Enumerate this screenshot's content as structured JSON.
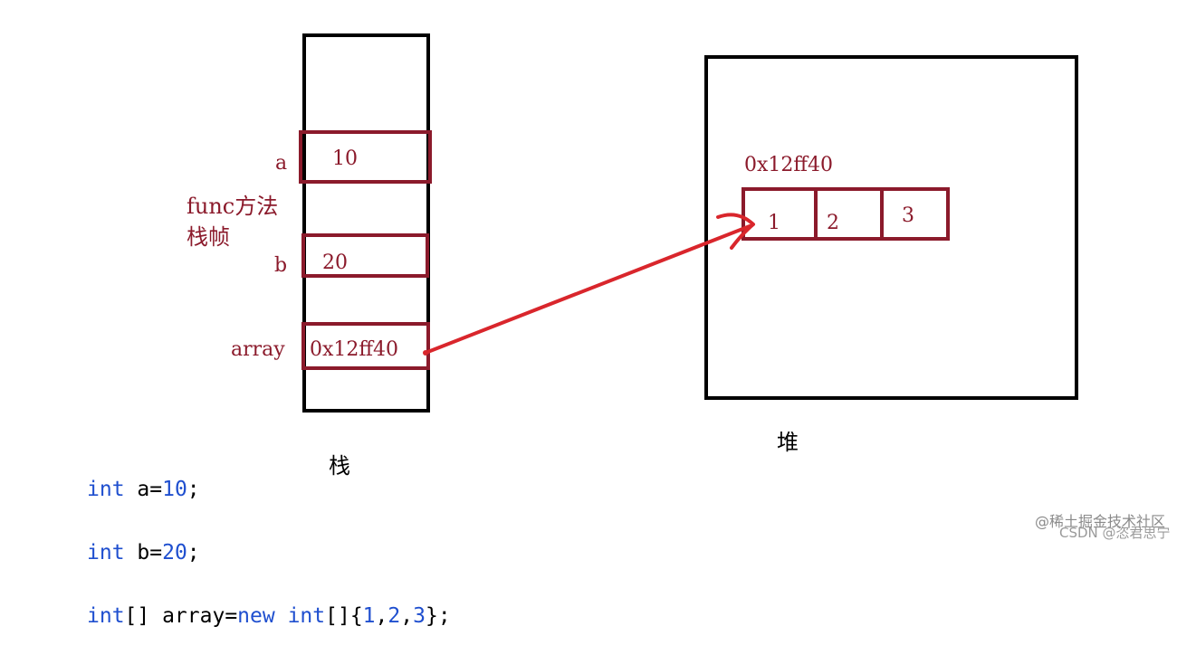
{
  "stack": {
    "var_a": "a",
    "val_a": "10",
    "frame_label_1": "func方法",
    "frame_label_2": "栈帧",
    "var_b": "b",
    "val_b": "20",
    "var_array": "array",
    "val_array": "0x12ff40",
    "caption": "栈"
  },
  "heap": {
    "address": "0x12ff40",
    "cells": [
      "1",
      "2",
      "3"
    ],
    "caption": "堆"
  },
  "code": {
    "line1": {
      "kw": "int",
      "rest": " a=",
      "num": "10",
      "end": ";"
    },
    "line2": {
      "kw": "int",
      "rest": " b=",
      "num": "20",
      "end": ";"
    },
    "line3": {
      "kw1": "int",
      "p1": "[] array=",
      "kw2": "new",
      "sp": " ",
      "kw3": "int",
      "p2": "[]{",
      "n1": "1",
      "c1": ",",
      "n2": "2",
      "c2": ",",
      "n3": "3",
      "end": "};"
    }
  },
  "watermark": {
    "line1": "@稀土掘金技术社区",
    "line2": "CSDN @恣君思宁"
  },
  "colors": {
    "label": "#8b1a2b",
    "arrow": "#d9262c",
    "keyword": "#1f4fcf"
  }
}
